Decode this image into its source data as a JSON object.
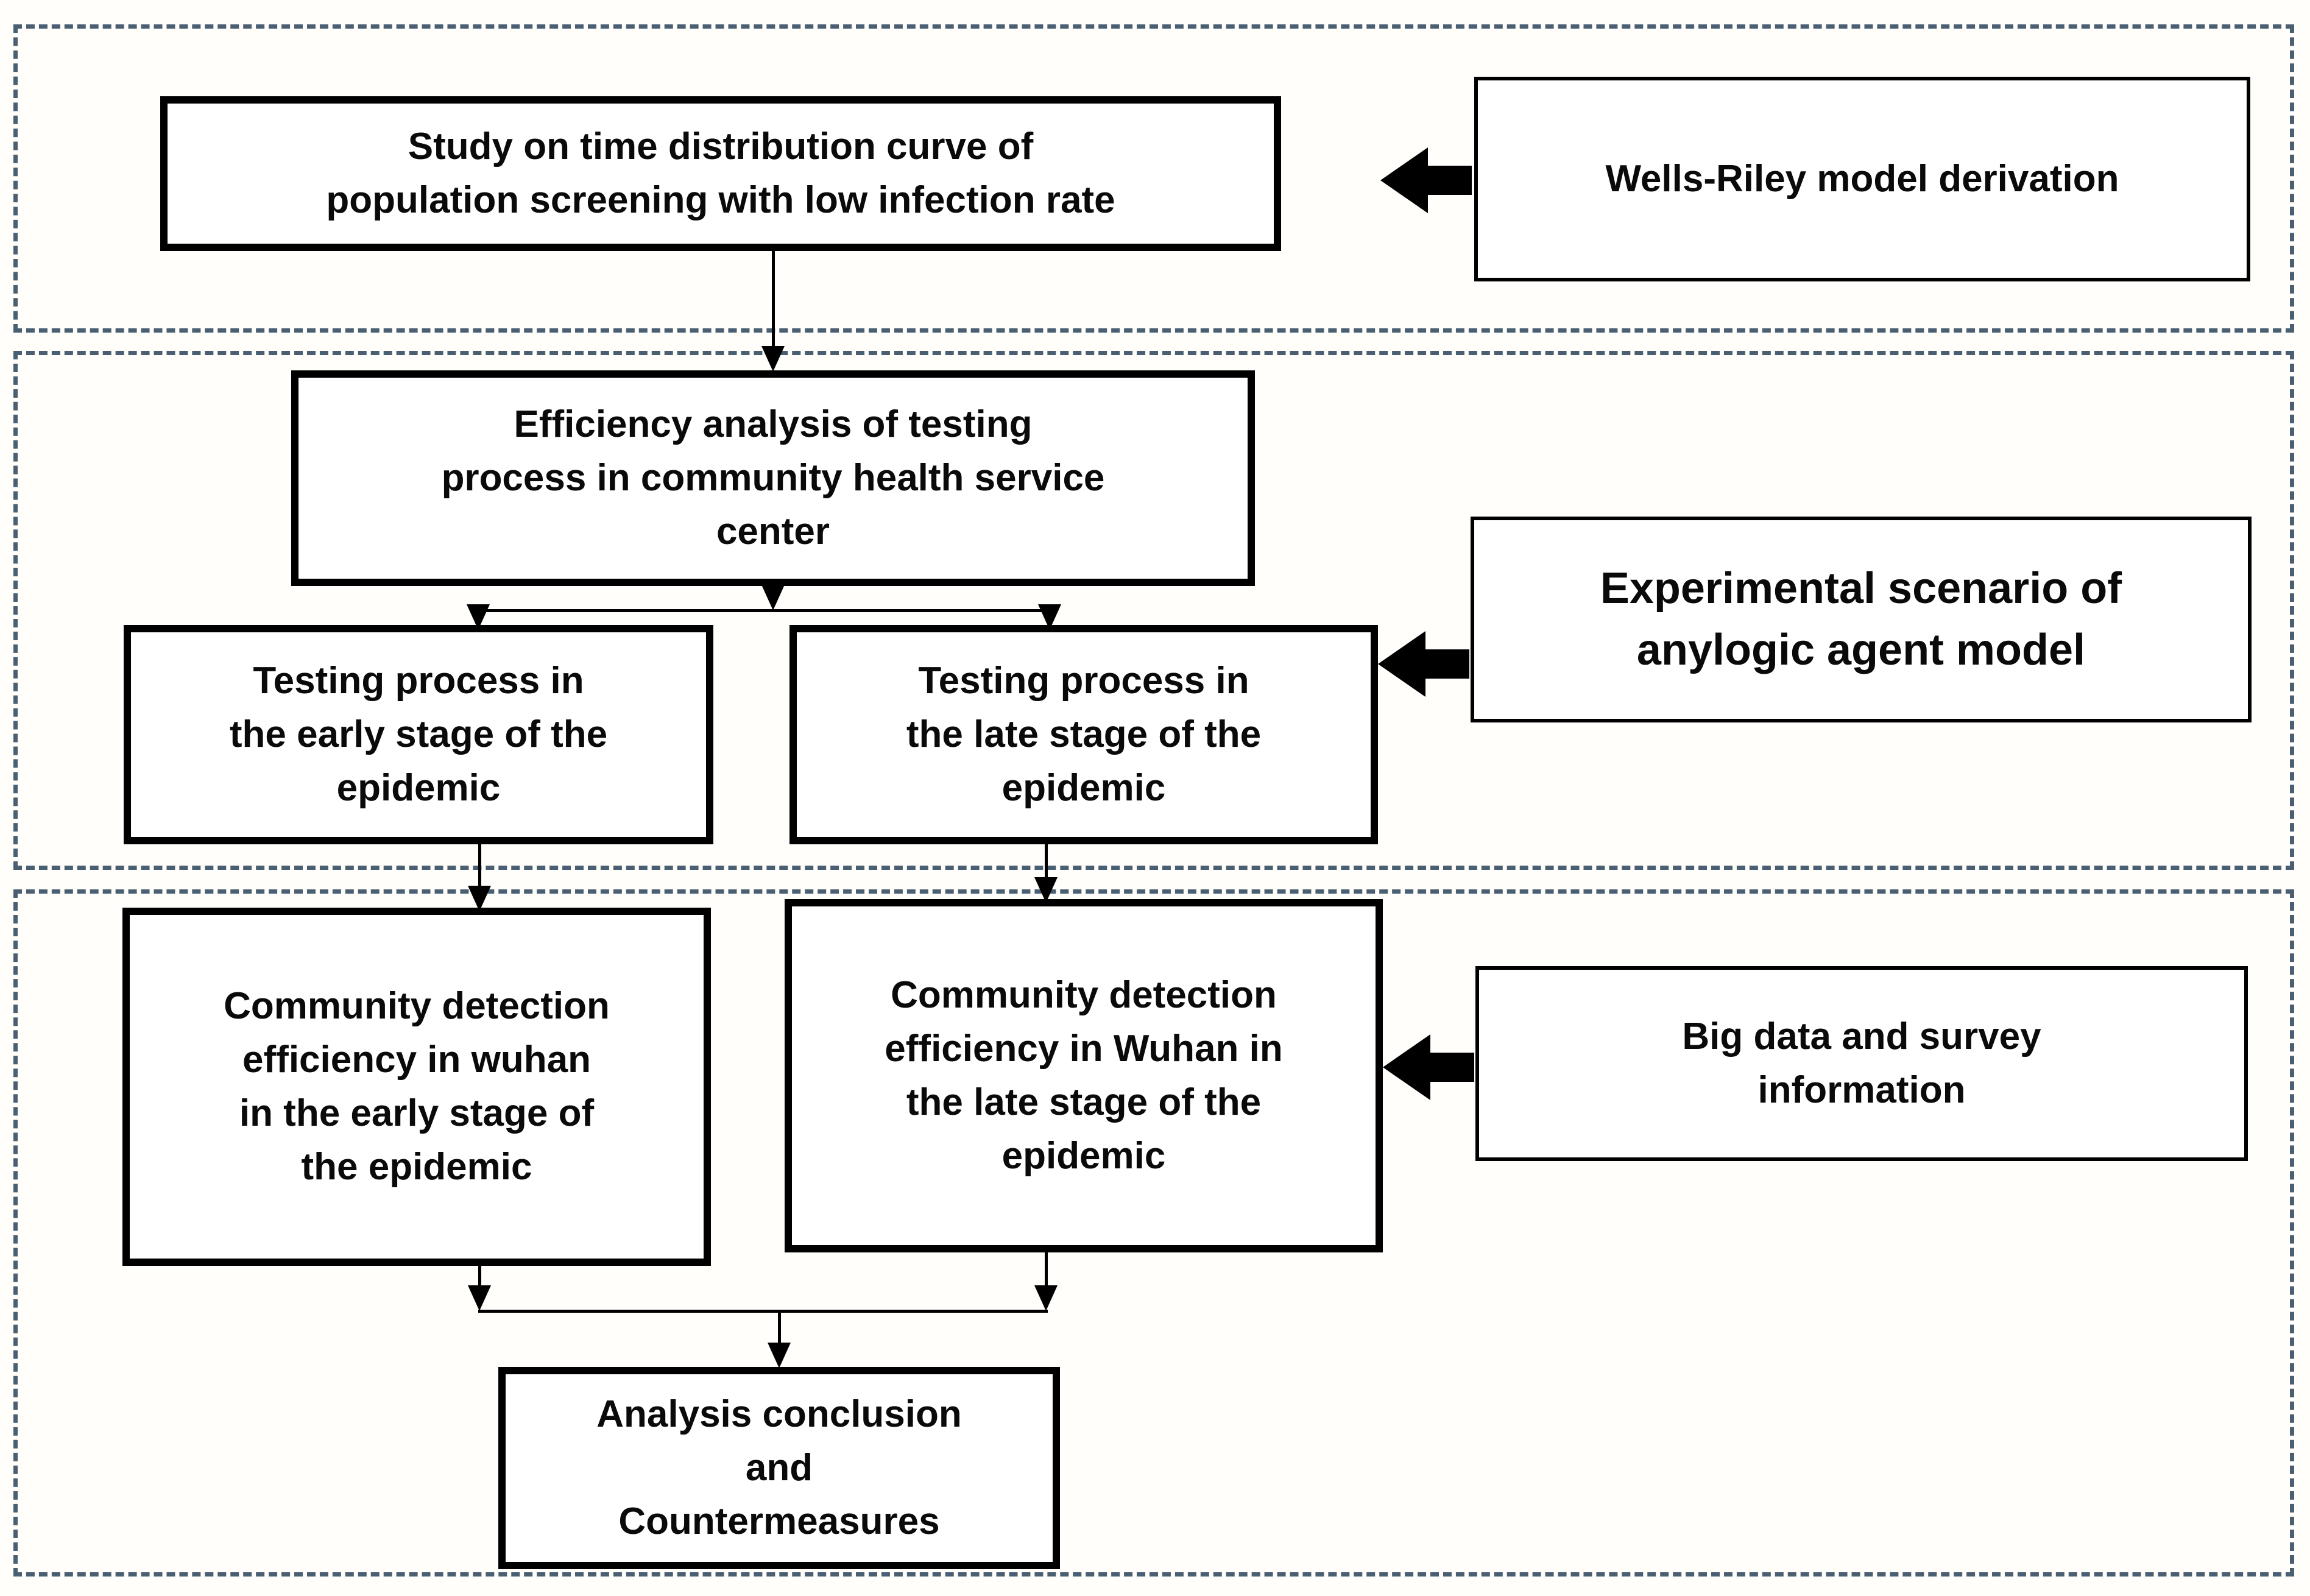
{
  "diagram": {
    "type": "flowchart",
    "description": "Research methodology flowchart with three dashed phase sections"
  },
  "colors": {
    "background": "#fffefb",
    "box_fill": "#ffffff",
    "box_border": "#000000",
    "dashed_section_border": "#4a6072",
    "text": "#0a0a0a",
    "arrow": "#000000"
  },
  "sections": [
    {
      "id": "top",
      "label": "phase 1 region"
    },
    {
      "id": "middle",
      "label": "phase 2 region"
    },
    {
      "id": "bottom",
      "label": "phase 3 region"
    }
  ],
  "boxes": {
    "study": {
      "text": "Study on time distribution curve of\npopulation screening with low infection rate"
    },
    "wells_riley": {
      "text": "Wells-Riley model derivation"
    },
    "efficiency": {
      "text": "Efficiency analysis of testing\nprocess in community health service\ncenter"
    },
    "testing_early": {
      "text": "Testing process in\nthe early stage of the\nepidemic"
    },
    "testing_late": {
      "text": "Testing process in\nthe late stage of the\nepidemic"
    },
    "experimental": {
      "text": "Experimental scenario of\nanylogic agent model"
    },
    "community_early": {
      "text": "Community detection\nefficiency in wuhan\nin the early stage of\nthe epidemic"
    },
    "community_late": {
      "text": "Community detection\nefficiency in Wuhan in\nthe late stage of the\nepidemic"
    },
    "big_data": {
      "text": "Big data and survey\ninformation"
    },
    "analysis": {
      "text": "Analysis conclusion\nand\nCountermeasures"
    }
  },
  "icons": {
    "left_block_arrow": "solid black block arrow pointing left",
    "down_arrowhead": "solid black triangle arrowhead pointing down"
  }
}
